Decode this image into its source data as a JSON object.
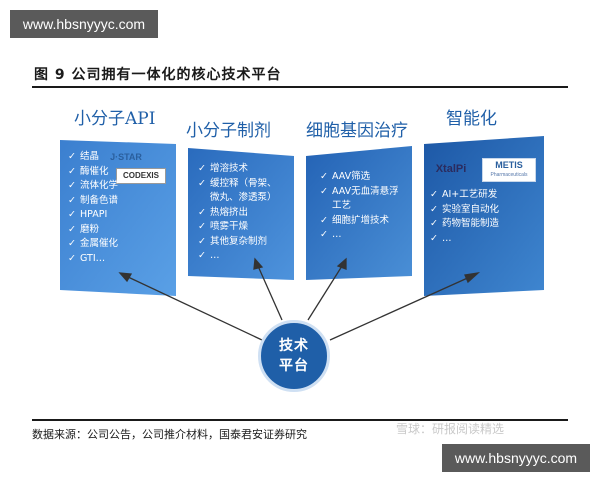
{
  "watermark": {
    "url": "www.hbsnyyyc.com"
  },
  "figure": {
    "title": "图 9 公司拥有一体化的核心技术平台"
  },
  "columns": [
    {
      "title": "小分子API",
      "logos": [
        "J·STAR",
        "CODEXIS"
      ],
      "items": [
        "结晶",
        "酶催化",
        "流体化学",
        "制备色谱",
        "HPAPI",
        "磨粉",
        "金属催化",
        "GTI…"
      ]
    },
    {
      "title": "小分子制剂",
      "logos": [],
      "items": [
        "增溶技术",
        "缓控释（骨架、",
        "微丸、渗透泵）",
        "热熔挤出",
        "喷雾干燥",
        "其他复杂制剂",
        "…"
      ]
    },
    {
      "title": "细胞基因治疗",
      "logos": [],
      "items": [
        "AAV筛选",
        "AAV无血清悬浮",
        "工艺",
        "细胞扩增技术",
        "…"
      ]
    },
    {
      "title": "智能化",
      "logos": [
        "XtalPi",
        "METIS",
        "Pharmaceuticals"
      ],
      "items": [
        "AI+工艺研发",
        "实验室自动化",
        "药物智能制造",
        "…"
      ]
    }
  ],
  "hub": {
    "line1": "技术",
    "line2": "平台"
  },
  "source": "数据来源：公司公告，公司推介材料，国泰君安证券研究",
  "overlay_text": "雪球：研报阅读精选",
  "colors": {
    "panel_blue": "#1f5fa8",
    "panel_light": "#4a8fd6",
    "title_blue": "#1f5fa8"
  }
}
